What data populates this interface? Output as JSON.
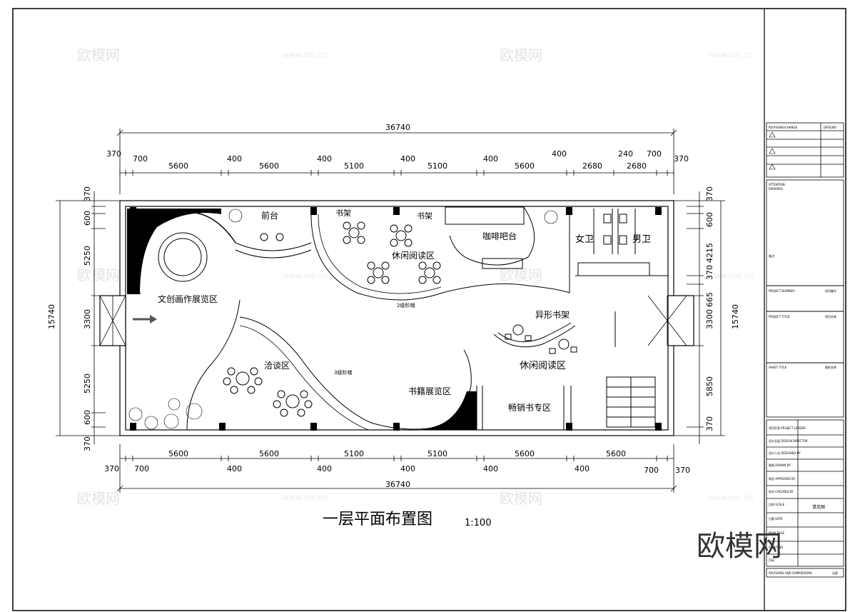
{
  "drawing": {
    "title": "一层平面布置图",
    "scale": "1:100",
    "overall_width": "36740",
    "overall_height": "15740",
    "top_outer": [
      "370",
      "700",
      "400",
      "400",
      "400",
      "400",
      "400",
      "240",
      "700",
      "370"
    ],
    "top_inner": [
      "5600",
      "5600",
      "5100",
      "5100",
      "5600",
      "2680",
      "2680"
    ],
    "bottom_outer": [
      "370",
      "700",
      "400",
      "400",
      "400",
      "400",
      "400",
      "700",
      "370"
    ],
    "bottom_inner": [
      "5600",
      "5600",
      "5100",
      "5100",
      "5600",
      "5600"
    ],
    "left_dims": [
      "370",
      "600",
      "5250",
      "3300",
      "5250",
      "600",
      "370"
    ],
    "right_dims": [
      "370",
      "600",
      "4215",
      "370",
      "665",
      "3300",
      "5850",
      "370"
    ]
  },
  "rooms": {
    "reception": "前台",
    "bookshelf_1": "书架",
    "bookshelf_2": "书架",
    "cafe_bar": "咖啡吧台",
    "leisure_reading_1": "休闲阅读区",
    "womens_wc": "女卫",
    "mens_wc": "男卫",
    "creative_exhibit": "文创画作展览区",
    "step_2": "2级阶梯",
    "shaped_shelf": "异形书架",
    "leisure_reading_2": "休闲阅读区",
    "talk_zone": "洽谈区",
    "step_3": "3级阶梯",
    "book_exhibit": "书籍展览区",
    "bestseller_zone": "畅销书专区"
  },
  "title_block": {
    "revisions_header": "REVISIONS/CHANGE",
    "date_header": "DATE/NO",
    "attention": "ATTENTION:",
    "remarks": "REMARKS:",
    "note": "备注:",
    "project_number": "PROJECT NUMBER:",
    "project_number_value": "项目编号",
    "project_title": "PROJECT TITLE",
    "project_title_value": "项目名称",
    "sheet_title": "SHEET TITLE",
    "sheet_title_value": "图纸名称",
    "project_leader": "项目负责 PROJECT LEADER",
    "design_director": "设计总监 DESIGN DIRECTOR",
    "designed_by": "设计人员 DESIGNED BY",
    "drawn_by": "制图 DRAWN BY",
    "approved_by": "审定 APPROVED BY",
    "checked_by": "校对 CHECKED BY",
    "scale": "比例 SCALE",
    "date": "日期 DATE",
    "main_page": "MAIN PAGE",
    "sheet_no": "SHEET NO",
    "page": "页码",
    "remarks_value": "请见图",
    "footer": "REVISIONS AND SUBMISSIONS",
    "footer_no": "出图"
  },
  "watermark": {
    "brand": "欧模网",
    "url": "www.om.cn"
  }
}
